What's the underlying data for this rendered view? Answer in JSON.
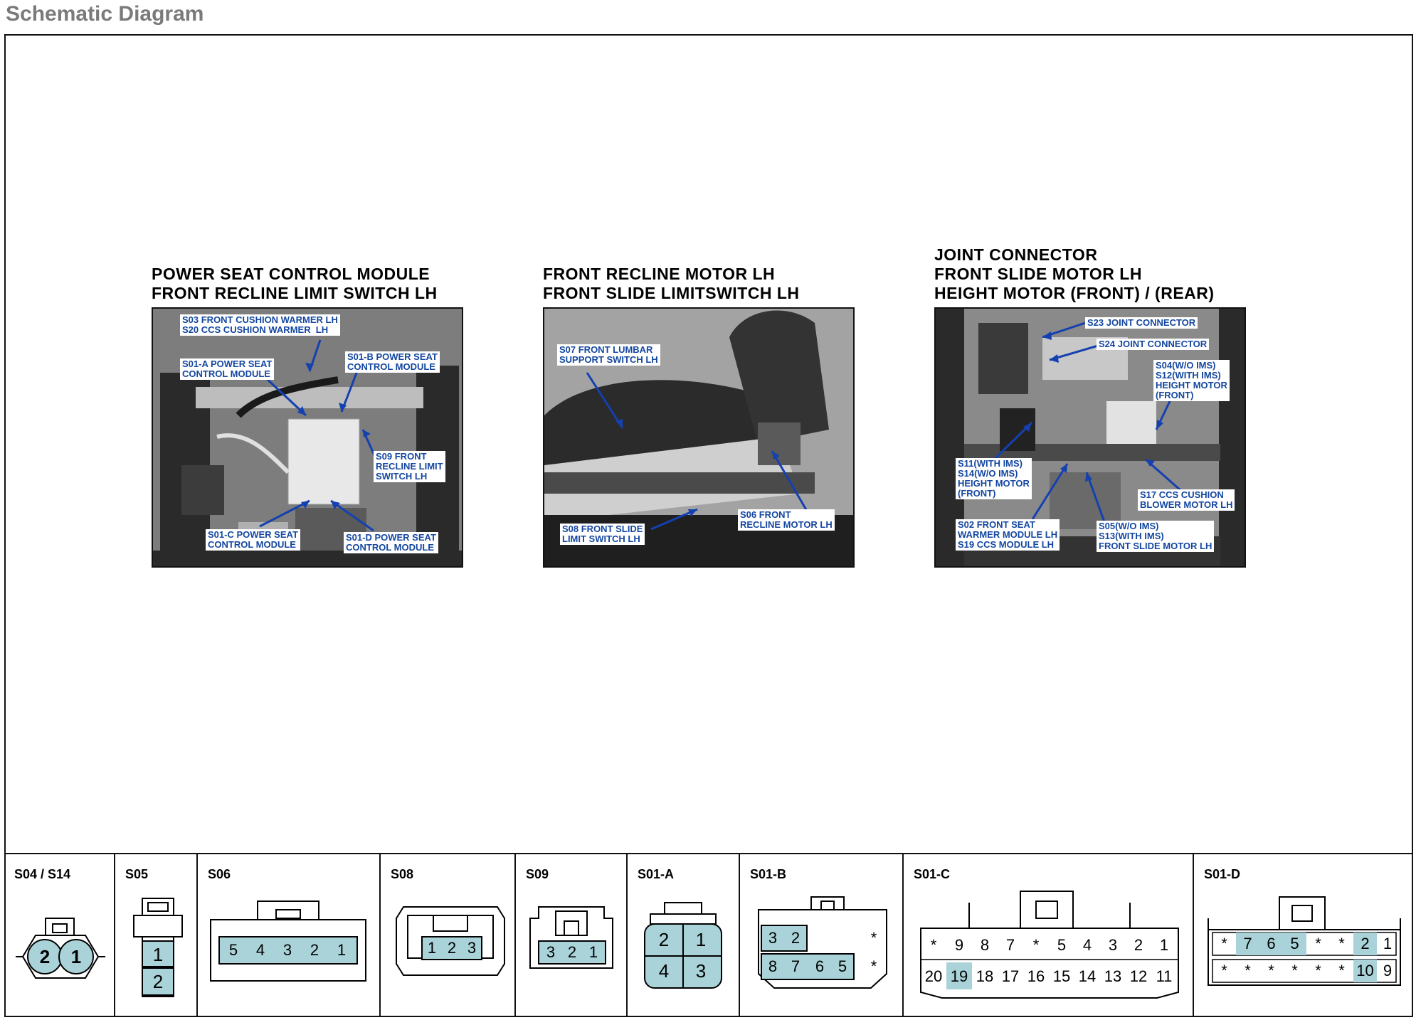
{
  "page": {
    "title": "Schematic Diagram"
  },
  "colors": {
    "pin_fill": "#a9d3d8",
    "label_text": "#1447a0",
    "arrow": "#1440b0",
    "photo_bg": "#9a9a9a"
  },
  "photos": [
    {
      "title_lines": [
        "POWER SEAT CONTROL MODULE",
        "FRONT RECLINE LIMIT SWITCH LH"
      ],
      "labels": [
        "S03 FRONT CUSHION WARMER LH\nS20 CCS CUSHION WARMER  LH",
        "S01-A POWER SEAT\nCONTROL MODULE",
        "S01-B POWER SEAT\nCONTROL MODULE",
        "S09 FRONT\nRECLINE LIMIT\nSWITCH LH",
        "S01-C POWER SEAT\nCONTROL MODULE",
        "S01-D POWER SEAT\nCONTROL MODULE"
      ]
    },
    {
      "title_lines": [
        "FRONT RECLINE MOTOR LH",
        "FRONT SLIDE LIMITSWITCH LH"
      ],
      "labels": [
        "S07 FRONT LUMBAR\nSUPPORT SWITCH LH",
        "S08 FRONT SLIDE\nLIMIT SWITCH LH",
        "S06 FRONT\nRECLINE MOTOR LH"
      ]
    },
    {
      "title_lines": [
        "JOINT CONNECTOR",
        "FRONT SLIDE MOTOR LH",
        "HEIGHT MOTOR (FRONT) / (REAR)"
      ],
      "labels": [
        "S23 JOINT CONNECTOR",
        "S24 JOINT CONNECTOR",
        "S04(W/O IMS)\nS12(WITH IMS)\nHEIGHT MOTOR\n(FRONT)",
        "S11(WITH IMS)\nS14(W/O IMS)\nHEIGHT MOTOR\n(FRONT)",
        "S17 CCS CUSHION\nBLOWER MOTOR LH",
        "S02 FRONT SEAT\nWARMER MODULE LH\nS19 CCS MODULE LH",
        "S05(W/O IMS)\nS13(WITH IMS)\nFRONT SLIDE MOTOR LH"
      ]
    }
  ],
  "connectors": [
    {
      "id": "S04 / S14",
      "pins": [
        "2",
        "1"
      ]
    },
    {
      "id": "S05",
      "pins": [
        "1",
        "2"
      ]
    },
    {
      "id": "S06",
      "pins": [
        "5",
        "4",
        "3",
        "2",
        "1"
      ]
    },
    {
      "id": "S08",
      "pins": [
        "1",
        "2",
        "3"
      ]
    },
    {
      "id": "S09",
      "pins": [
        "3",
        "2",
        "1"
      ]
    },
    {
      "id": "S01-A",
      "pins": [
        "2",
        "1",
        "4",
        "3"
      ]
    },
    {
      "id": "S01-B",
      "pins": [
        "3",
        "2",
        "*",
        "8",
        "7",
        "6",
        "5",
        "*"
      ]
    },
    {
      "id": "S01-C",
      "pins": [
        "*",
        "9",
        "8",
        "7",
        "*",
        "5",
        "4",
        "3",
        "2",
        "1",
        "20",
        "19",
        "18",
        "17",
        "16",
        "15",
        "14",
        "13",
        "12",
        "11"
      ]
    },
    {
      "id": "S01-D",
      "pins": [
        "*",
        "7",
        "6",
        "5",
        "*",
        "*",
        "2",
        "1",
        "*",
        "*",
        "*",
        "*",
        "*",
        "*",
        "10",
        "9"
      ]
    }
  ]
}
